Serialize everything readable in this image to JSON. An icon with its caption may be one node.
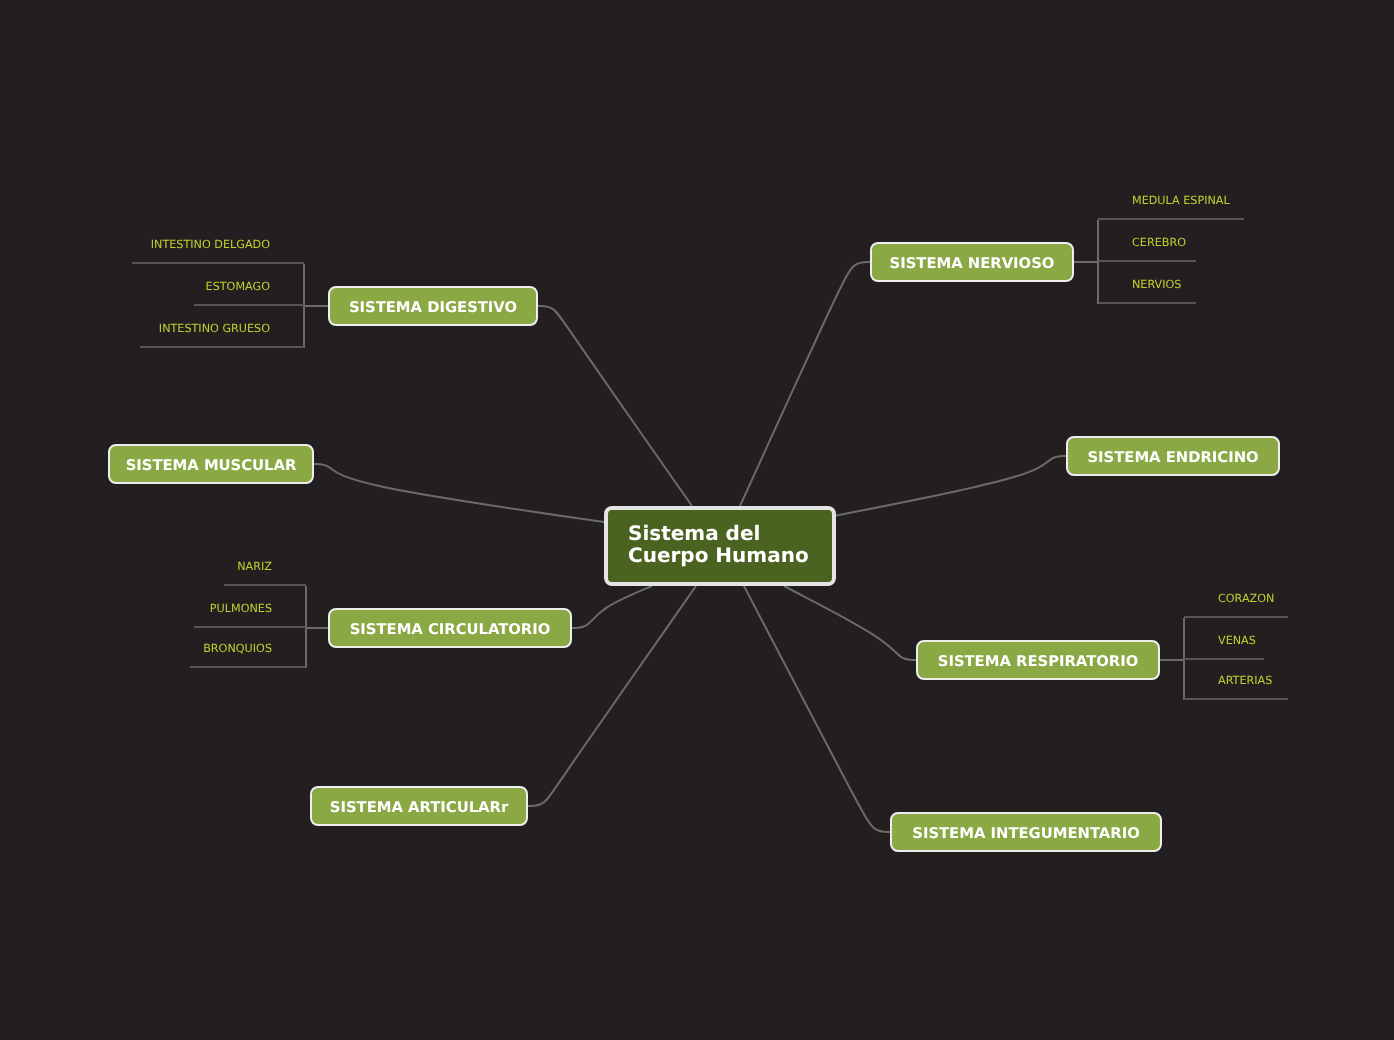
{
  "diagram": {
    "nodes": [
      {
        "text": [
          "Sistema del Cuerpo Humano"
        ]
      },
      {
        "text": [
          "SISTEMA DIGESTIVO"
        ]
      },
      {
        "text": [
          "INTESTINO DELGADO"
        ]
      },
      {
        "text": [
          "ESTOMAGO"
        ]
      },
      {
        "text": [
          "INTESTINO GRUESO"
        ]
      },
      {
        "text": [
          "SISTEMA MUSCULAR"
        ]
      },
      {
        "text": [
          "SISTEMA CIRCULATORIO"
        ]
      },
      {
        "text": [
          "NARIZ"
        ]
      },
      {
        "text": [
          "PULMONES"
        ]
      },
      {
        "text": [
          "BRONQUIOS"
        ]
      },
      {
        "text": [
          "SISTEMA ARTICULARr"
        ]
      },
      {
        "text": [
          "SISTEMA NERVIOSO"
        ]
      },
      {
        "text": [
          "MEDULA ESPINAL"
        ]
      },
      {
        "text": [
          "CEREBRO"
        ]
      },
      {
        "text": [
          "NERVIOS"
        ]
      },
      {
        "text": [
          "SISTEMA ENDRICINO"
        ]
      },
      {
        "text": [
          "SISTEMA RESPIRATORIO"
        ]
      },
      {
        "text": [
          "CORAZON"
        ]
      },
      {
        "text": [
          "VENAS"
        ]
      },
      {
        "text": [
          "ARTERIAS"
        ]
      },
      {
        "text": [
          "SISTEMA INTEGUMENTARIO"
        ]
      }
    ],
    "edges": [
      {
        "from": 0,
        "to": 1,
        "arrow": "none"
      },
      {
        "from": 1,
        "to": 2,
        "arrow": "none"
      },
      {
        "from": 1,
        "to": 3,
        "arrow": "none"
      },
      {
        "from": 1,
        "to": 4,
        "arrow": "none"
      },
      {
        "from": 0,
        "to": 5,
        "arrow": "none"
      },
      {
        "from": 0,
        "to": 6,
        "arrow": "none"
      },
      {
        "from": 6,
        "to": 7,
        "arrow": "none"
      },
      {
        "from": 6,
        "to": 8,
        "arrow": "none"
      },
      {
        "from": 6,
        "to": 9,
        "arrow": "none"
      },
      {
        "from": 0,
        "to": 10,
        "arrow": "none"
      },
      {
        "from": 0,
        "to": 11,
        "arrow": "none"
      },
      {
        "from": 11,
        "to": 12,
        "arrow": "none"
      },
      {
        "from": 11,
        "to": 13,
        "arrow": "none"
      },
      {
        "from": 11,
        "to": 14,
        "arrow": "none"
      },
      {
        "from": 0,
        "to": 15,
        "arrow": "none"
      },
      {
        "from": 0,
        "to": 16,
        "arrow": "none"
      },
      {
        "from": 16,
        "to": 17,
        "arrow": "none"
      },
      {
        "from": 16,
        "to": 18,
        "arrow": "none"
      },
      {
        "from": 16,
        "to": 19,
        "arrow": "none"
      },
      {
        "from": 0,
        "to": 20,
        "arrow": "none"
      }
    ]
  }
}
